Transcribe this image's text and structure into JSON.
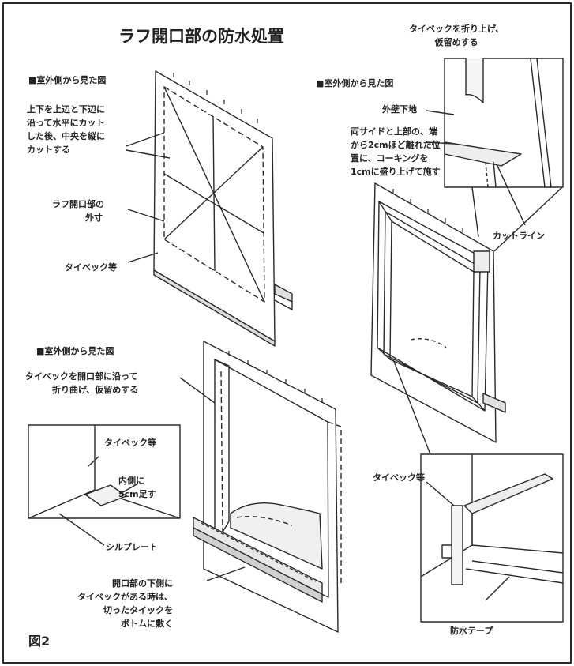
{
  "title": "ラフ開口部の防水処置",
  "figure_label": "図2",
  "colors": {
    "line": "#2a2a2a",
    "paper": "#ffffff",
    "panel": "#f2f2f2"
  },
  "view1": {
    "heading": "■室外側から見た図",
    "cut_note": [
      "上下を上辺と下辺に",
      "沿って水平にカット",
      "した後、中央を縦に",
      "カットする"
    ],
    "rough_size": [
      "ラフ開口部の",
      "外寸"
    ],
    "tyvek": "タイベック等"
  },
  "view2": {
    "heading": "■室外側から見た図",
    "fold_note": [
      "タイベックを開口部に沿って",
      "折り曲げ、仮留めする"
    ],
    "detail_tyvek": "タイベック等",
    "detail_inside": [
      "内側に",
      "5cm足す"
    ],
    "sill_plate": "シルプレート",
    "bottom_note": [
      "開口部の下側に",
      "タイベックがある時は、",
      "切ったタイックを",
      "ボトムに敷く"
    ]
  },
  "view3": {
    "top_note": [
      "タイベックを折り上げ、",
      "仮留めする"
    ],
    "heading": "■室外側から見た図",
    "wall_base": "外壁下地",
    "caulk_note": [
      "両サイドと上部の、端",
      "から2cmほど離れた位",
      "置に、コーキングを",
      "1cmに盛り上げて施す"
    ],
    "cut_line": "カットライン",
    "tyvek": "タイベック等",
    "tape": "防水テープ"
  }
}
